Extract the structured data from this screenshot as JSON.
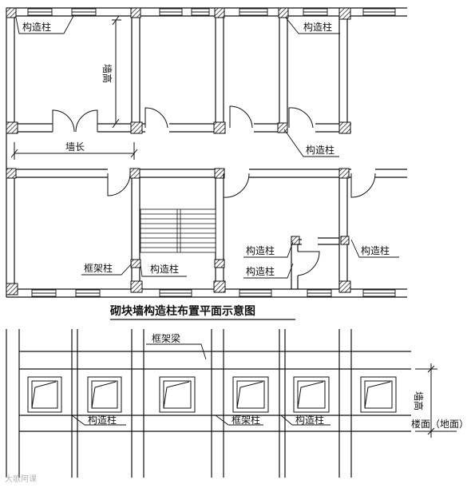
{
  "title": "砌块墙构造柱布置平面示意图",
  "labels": {
    "gzz": "构造柱",
    "kjz": "框架柱",
    "kjl": "框架梁",
    "qiangchang": "墙长",
    "qiangao": "墙高",
    "floor": "楼面（地面）"
  },
  "watermark": "大歌阿课"
}
